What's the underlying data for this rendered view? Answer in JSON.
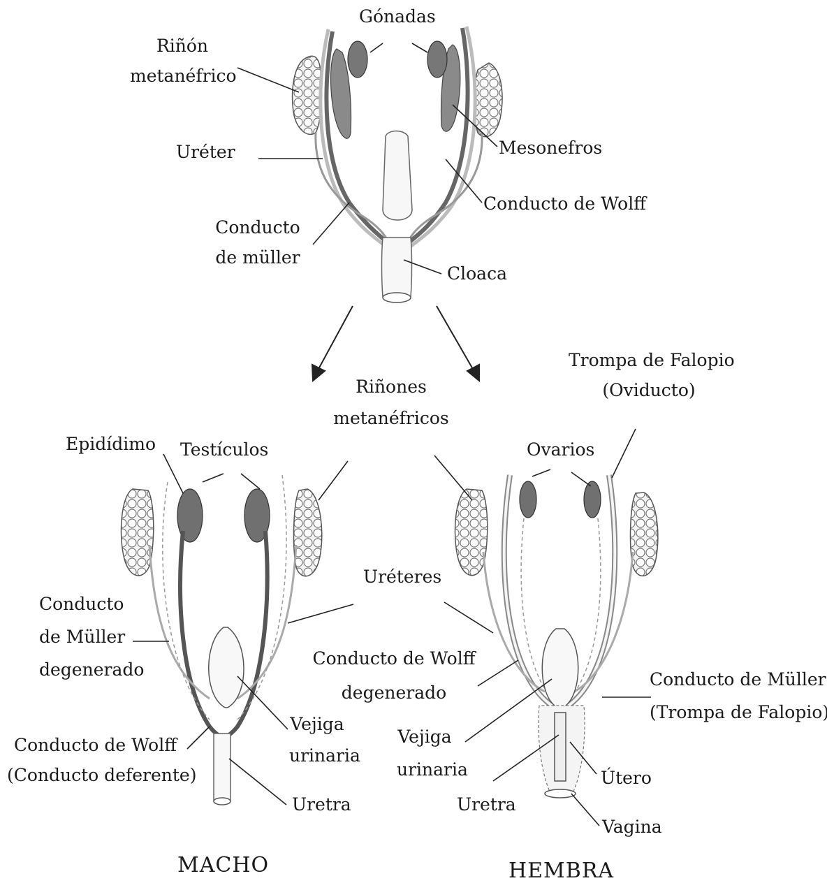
{
  "top": {
    "gonadas": "Gónadas",
    "rinon_l1": "Riñón",
    "rinon_l2": "metanéfrico",
    "ureter": "Uréter",
    "mesonefros": "Mesonefros",
    "conducto_wolff": "Conducto de Wolff",
    "muller_l1": "Conducto",
    "muller_l2": "de müller",
    "cloaca": "Cloaca"
  },
  "middle": {
    "rinones_l1": "Riñones",
    "rinones_l2": "metanéfricos",
    "trompa_l1": "Trompa de Falopio",
    "trompa_l2": "(Oviducto)",
    "ureteres": "Uréteres"
  },
  "male": {
    "title": "MACHO",
    "epididimo": "Epidídimo",
    "testiculos": "Testículos",
    "muller_deg_l1": "Conducto",
    "muller_deg_l2": "de Müller",
    "muller_deg_l3": "degenerado",
    "wolff_l1": "Conducto de Wolff",
    "wolff_l2": "(Conducto deferente)",
    "vejiga_l1": "Vejiga",
    "vejiga_l2": "urinaria",
    "uretra": "Uretra"
  },
  "female": {
    "title": "HEMBRA",
    "ovarios": "Ovarios",
    "wolff_deg_l1": "Conducto de Wolff",
    "wolff_deg_l2": "degenerado",
    "muller_l1": "Conducto de Müller",
    "muller_l2": "(Trompa de Falopio)",
    "vejiga_l1": "Vejiga",
    "vejiga_l2": "urinaria",
    "utero": "Útero",
    "uretra": "Uretra",
    "vagina": "Vagina"
  }
}
